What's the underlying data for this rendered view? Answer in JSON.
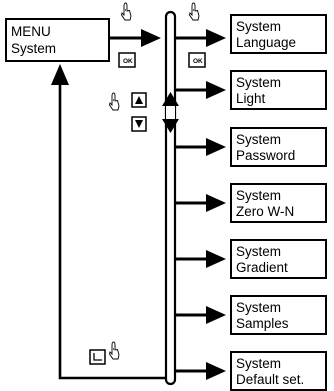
{
  "menu_box": {
    "line1": "MENU",
    "line2": "System"
  },
  "ok_key_label": "OK",
  "items": [
    {
      "line1": "System",
      "line2": "Language"
    },
    {
      "line1": "System",
      "line2": "Light"
    },
    {
      "line1": "System",
      "line2": "Password"
    },
    {
      "line1": "System",
      "line2": "Zero W-N"
    },
    {
      "line1": "System",
      "line2": "Gradient"
    },
    {
      "line1": "System",
      "line2": "Samples"
    },
    {
      "line1": "System",
      "line2": "Default set."
    }
  ],
  "icons": {
    "finger_press": "finger-press-icon",
    "ok_key": "ok-key-icon",
    "up_key": "up-arrow-key-icon",
    "down_key": "down-arrow-key-icon",
    "enter_key": "enter-key-icon"
  },
  "colors": {
    "line": "#000000",
    "background": "#ffffff"
  }
}
